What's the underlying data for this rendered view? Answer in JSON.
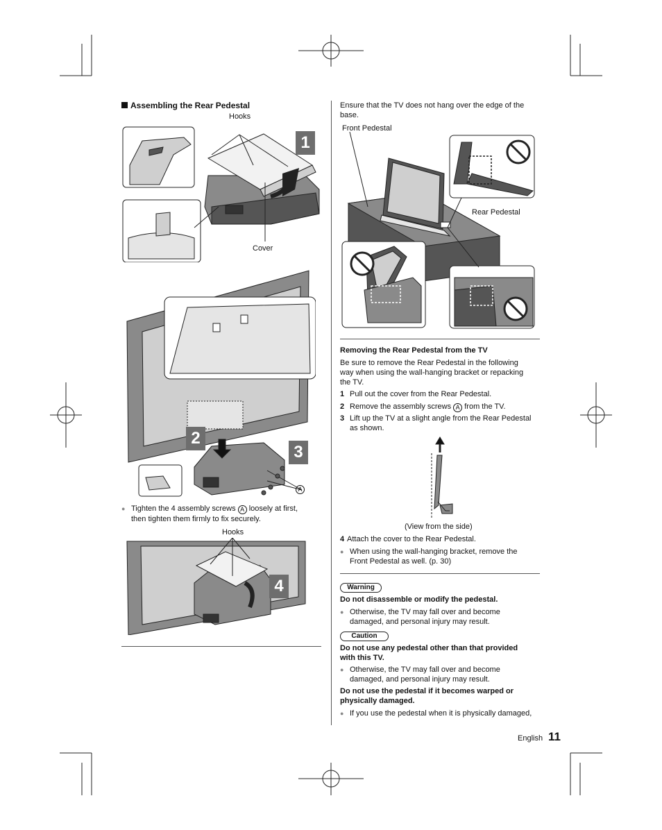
{
  "left": {
    "section_title": "Assembling the Rear Pedestal",
    "fig1_hooks_label": "Hooks",
    "fig1_cover_label": "Cover",
    "step_badges": [
      "1",
      "2",
      "3",
      "4"
    ],
    "screw_marker": "A",
    "tighten_note_pre": "Tighten the 4 assembly screws",
    "tighten_note_post": "loosely at first,",
    "tighten_note_line2": "then tighten them firmly to fix securely.",
    "fig3_hooks_label": "Hooks"
  },
  "right": {
    "ensure_text_1": "Ensure that the TV does not hang over the edge of the",
    "ensure_text_2": "base.",
    "front_pedestal_label": "Front Pedestal",
    "rear_pedestal_label": "Rear Pedestal",
    "removing_title": "Removing the Rear Pedestal from the TV",
    "removing_intro_1": "Be sure to remove the Rear Pedestal in the following",
    "removing_intro_2": "way when using the wall-hanging bracket or repacking",
    "removing_intro_3": "the TV.",
    "step1_num": "1",
    "step1_text": "Pull out the cover from the Rear Pedestal.",
    "step2_num": "2",
    "step2_text_pre": "Remove the assembly screws",
    "step2_text_post": "from the TV.",
    "step3_num": "3",
    "step3_text_1": "Lift up the TV at a slight angle from the Rear Pedestal",
    "step3_text_2": "as shown.",
    "view_caption": "(View from the side)",
    "step4_num": "4",
    "step4_text": "Attach the cover to the Rear Pedestal.",
    "wall_note_1": "When using the wall-hanging bracket, remove the",
    "wall_note_2": "Front Pedestal as well. (p. 30)",
    "warning_label": "Warning",
    "warning_heading": "Do not disassemble or modify the pedestal.",
    "warning_note_1": "Otherwise, the TV may fall over and become",
    "warning_note_2": "damaged, and personal injury may result.",
    "caution_label": "Caution",
    "caution_heading_1": "Do not use any pedestal other than that provided",
    "caution_heading_2": "with this TV.",
    "caution_note_1": "Otherwise, the TV may fall over and become",
    "caution_note_2": "damaged, and personal injury may result.",
    "caution_heading_3": "Do not use the pedestal if it becomes warped or",
    "caution_heading_4": "physically damaged.",
    "caution_note_3": "If you use the pedestal when it is physically damaged,"
  },
  "footer": {
    "language": "English",
    "page_number": "11"
  },
  "colors": {
    "figure_dark": "#555555",
    "figure_mid": "#8a8a8a",
    "figure_light": "#cfcfcf",
    "badge_gray": "#6e6e6e"
  }
}
